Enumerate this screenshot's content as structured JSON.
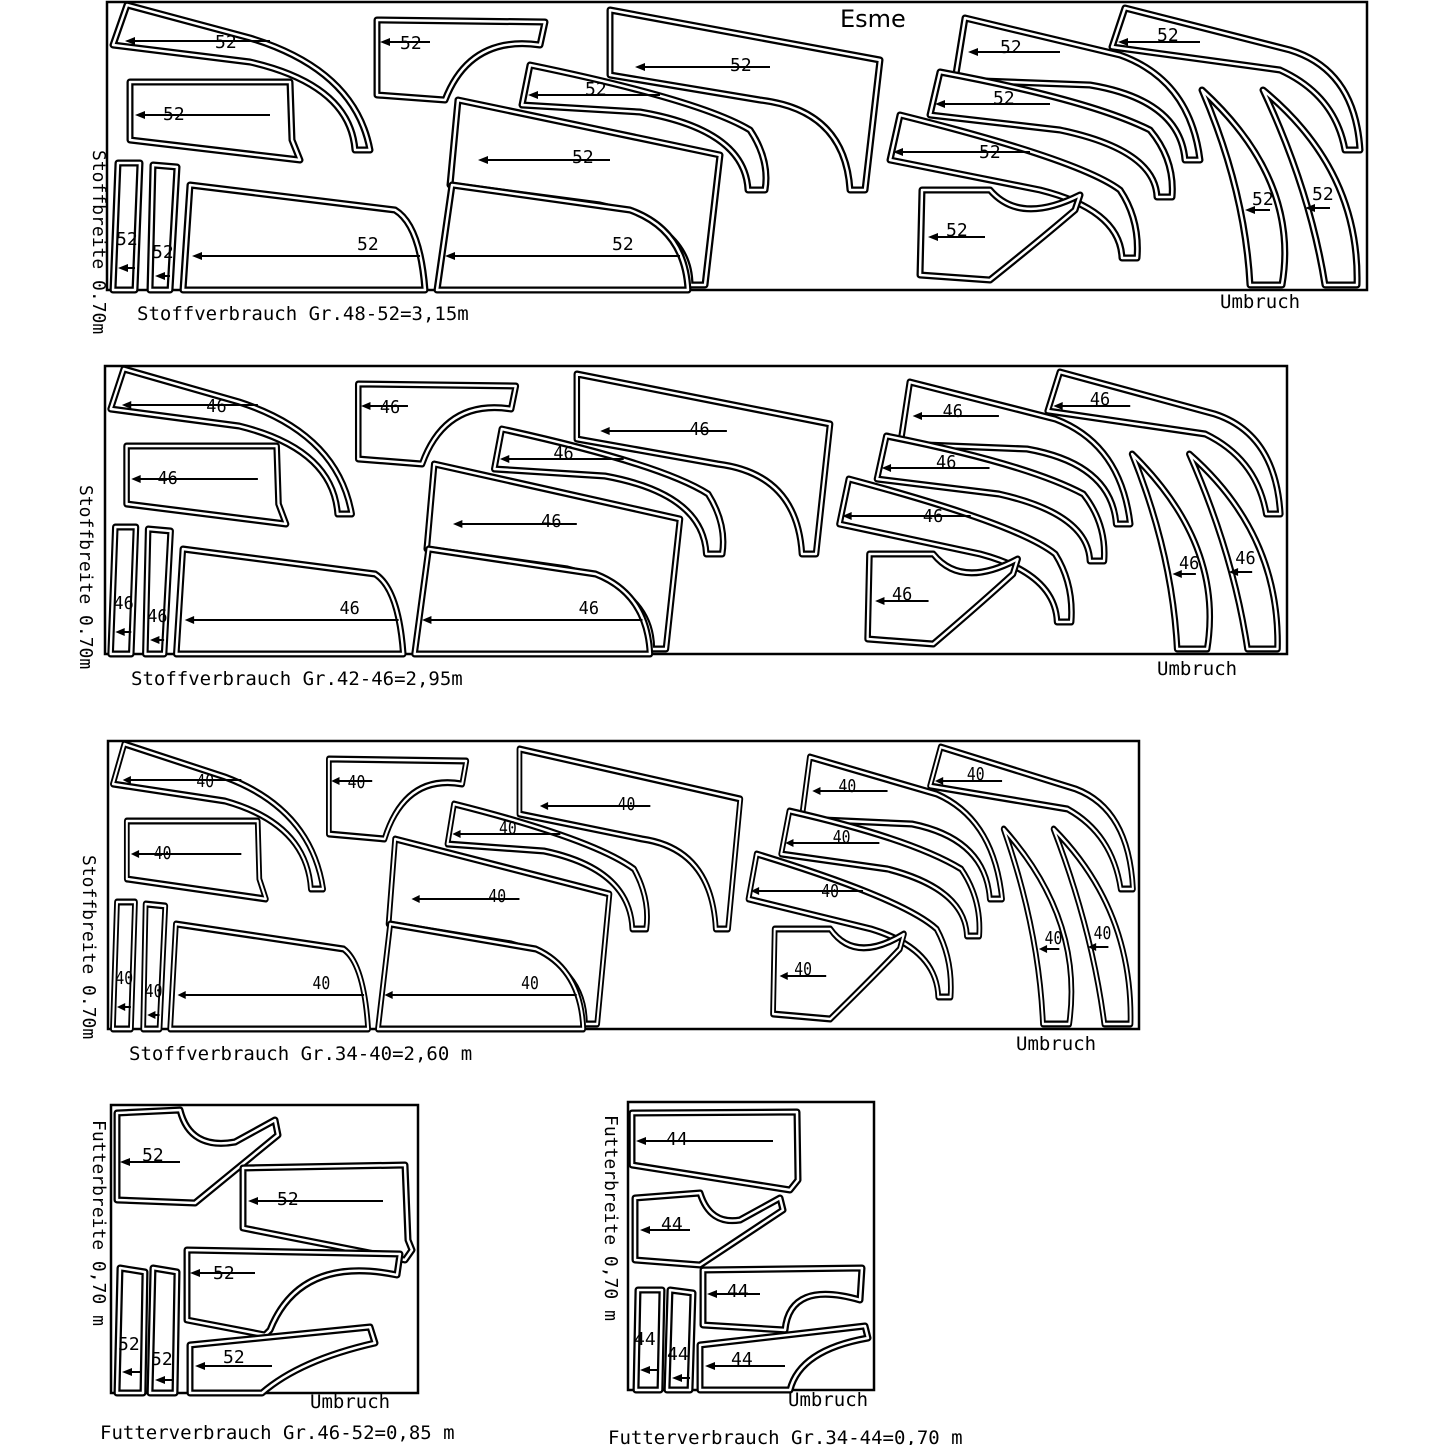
{
  "title": "Esme",
  "panels": [
    {
      "side_label": "Stoffbreite 0.70m",
      "caption": "Stoffverbrauch Gr.48-52=3,15m",
      "fold": "Umbruch",
      "sizes": [
        "52",
        "52",
        "52",
        "52",
        "52",
        "52",
        "52",
        "52",
        "52",
        "52",
        "52",
        "52",
        "52",
        "52",
        "52",
        "52",
        "52"
      ]
    },
    {
      "side_label": "Stoffbreite 0.70m",
      "caption": "Stoffverbrauch Gr.42-46=2,95m",
      "fold": "Umbruch",
      "sizes": [
        "46",
        "46",
        "46",
        "46",
        "46",
        "46",
        "46",
        "46",
        "46",
        "46",
        "46",
        "46",
        "46",
        "46",
        "46",
        "46",
        "46"
      ]
    },
    {
      "side_label": "Stoffbreite 0.70m",
      "caption": "Stoffverbrauch Gr.34-40=2,60 m",
      "fold": "Umbruch",
      "sizes": [
        "40",
        "40",
        "40",
        "40",
        "40",
        "40",
        "40",
        "40",
        "40",
        "40",
        "40",
        "40",
        "40",
        "40",
        "40",
        "40",
        "40"
      ]
    },
    {
      "side_label": "Futterbreite 0,70 m",
      "caption": "Futterverbrauch Gr.46-52=0,85 m",
      "fold": "Umbruch",
      "sizes": [
        "52",
        "52",
        "52",
        "52",
        "52",
        "52"
      ]
    },
    {
      "side_label": "Futterbreite 0,70 m",
      "caption": "Futterverbrauch Gr.34-44=0,70 m",
      "fold": "Umbruch",
      "sizes": [
        "44",
        "44",
        "44",
        "44",
        "44",
        "44"
      ]
    }
  ]
}
